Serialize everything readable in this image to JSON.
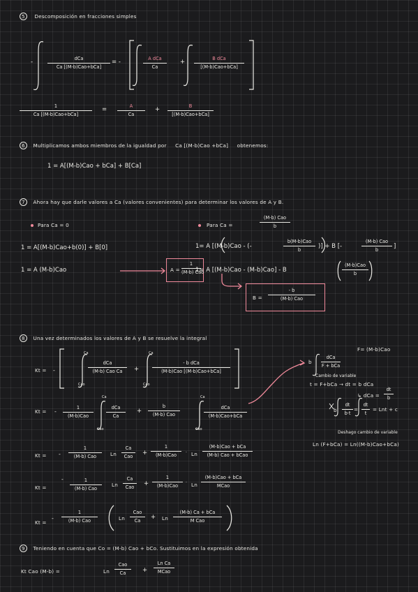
{
  "s5": {
    "num": "5",
    "title": "Descomposición en fracciones simples",
    "lhs_num": "dCa",
    "lhs_den": "Ca [(M-b)Cao+bCa]",
    "A_num": "A dCa",
    "A_den": "Ca",
    "B_num": "B dCa",
    "B_den": "[(M-b)Cao+bCa]",
    "eq2_num": "1",
    "eq2_den": "Ca [(M-b)Cao+bCa]",
    "eq2_A_num": "A",
    "eq2_A_den": "Ca",
    "eq2_B_num": "B",
    "eq2_B_den": "[(M-b)Cao+bCa]"
  },
  "s6": {
    "num": "6",
    "text": "Multiplicamos ambos miembros de la igualdad por",
    "factor": "Ca [(M-b)Cao +bCa]",
    "tail": "obtenemos:",
    "eq": "1 = A[(M-b)Cao + bCa] + B[Ca]"
  },
  "s7": {
    "num": "7",
    "text": "Ahora hay que darle valores a Ca (valores convenientes) para determinar los valores de A y B.",
    "left_case": "Para Ca = 0",
    "left_eq1": "1 = A[(M-b)Cao+b(0)] + B[0]",
    "left_eq2": "1 = A (M-b)Cao",
    "A_box_num": "1",
    "A_box_den": "(M-b) Cao",
    "A_box_lhs": "A =",
    "right_case_lhs": "Para Ca =",
    "right_case_num": "(M-b) Cao",
    "right_case_den": "b",
    "right_eq1_a": "1= A [(M-b)Cao - (-",
    "right_eq1_frac_num": "b(M-b)Cao",
    "right_eq1_frac_den": "b",
    "right_eq1_b": ")] + B [-",
    "right_eq1_frac2_num": "(M-b) Cao",
    "right_eq1_frac2_den": "b",
    "right_eq2_a": "1= A [(M-b)Cao - (M-b)Cao] - B",
    "right_eq2_frac_num": "(M-b)Cao",
    "right_eq2_frac_den": "b",
    "B_box_lhs": "B =",
    "B_box_num": "- b",
    "B_box_den": "(M-b) Cao"
  },
  "s8": {
    "num": "8",
    "text": "Una vez determinados los valores de A y B se resuelve la integral",
    "kt": "Kt =",
    "i1_num": "dCa",
    "i1_den": "(M-b) Cao Ca",
    "i2_num": "- b dCa",
    "i2_den": "(M-b)Cao [(M-b)Cao+bCa]",
    "lim_up": "Ca",
    "lim_low": "Cao",
    "r2_c1_num": "1",
    "r2_c1_den": "(M-b)Cao",
    "r2_f1_num": "dCa",
    "r2_f1_den": "Ca",
    "r2_c2_num": "b",
    "r2_c2_den": "(M-b) Cao",
    "r2_f2_num": "dCa",
    "r2_f2_den": "(M-b)Cao+bCa",
    "r3_c1_num": "1",
    "r3_c1_den": "(M-b) Cao",
    "ln": "Ln",
    "r3_l1_num": "Ca",
    "r3_l1_den": "Cao",
    "r3_c2_num": "1",
    "r3_c2_den": "(M-b)Cao",
    "r3_l2_num": "(M-b)Cao + bCa",
    "r3_l2_den": "(M-b) Cao + bCao",
    "r4_c1_num": "1",
    "r4_c1_den": "(M-b) Cao",
    "r4_l1_num": "Ca",
    "r4_l1_den": "Cao",
    "r4_c2_num": "1",
    "r4_c2_den": "(M-b)Cao",
    "r4_l2_num": "(M-b)Cao + bCa",
    "r4_l2_den": "MCao",
    "r5_c1_num": "1",
    "r5_c1_den": "(M-b) Cao",
    "r5_l1_num": "Cao",
    "r5_l1_den": "Ca",
    "r5_l2_num": "(M-b) Ca + bCa",
    "r5_l2_den": "M Cao",
    "side_F": "F= (M-b)Cao",
    "side_b": "b",
    "side_int_num": "dCa",
    "side_int_den": "F + bCa",
    "side_cambio": "Cambio de variable",
    "side_t": "t = F+bCa → dt = b dCa",
    "side_dca": "↳ dCa =",
    "side_dca_num": "dt",
    "side_dca_den": "b",
    "side_res_a": "b",
    "side_res_frac_num": "dt",
    "side_res_frac_den": "b·t",
    "side_res_eq": "=",
    "side_res_frac2_num": "dt",
    "side_res_frac2_den": "t",
    "side_res_tail": "= Lnt + c",
    "side_deshago": "Deshago cambio de variable",
    "side_final": "Ln (F+bCa) = Ln((M-b)Cao+bCa)"
  },
  "s9": {
    "num": "9",
    "text": "Teniendo en cuenta que Co = (M-b) Cao + bCo. Sustituimos en la expresión obtenida",
    "lhs": "Kt Cao (M-b) =",
    "ln": "Ln",
    "f1_num": "Cao",
    "f1_den": "Ca",
    "plus": "+",
    "l2": "Ln",
    "f2_num": "Ca",
    "f2_den": "MCao"
  },
  "colors": {
    "ink": "#ecebe6",
    "accent": "#f08a9b",
    "bg": "#1b1b1d"
  }
}
